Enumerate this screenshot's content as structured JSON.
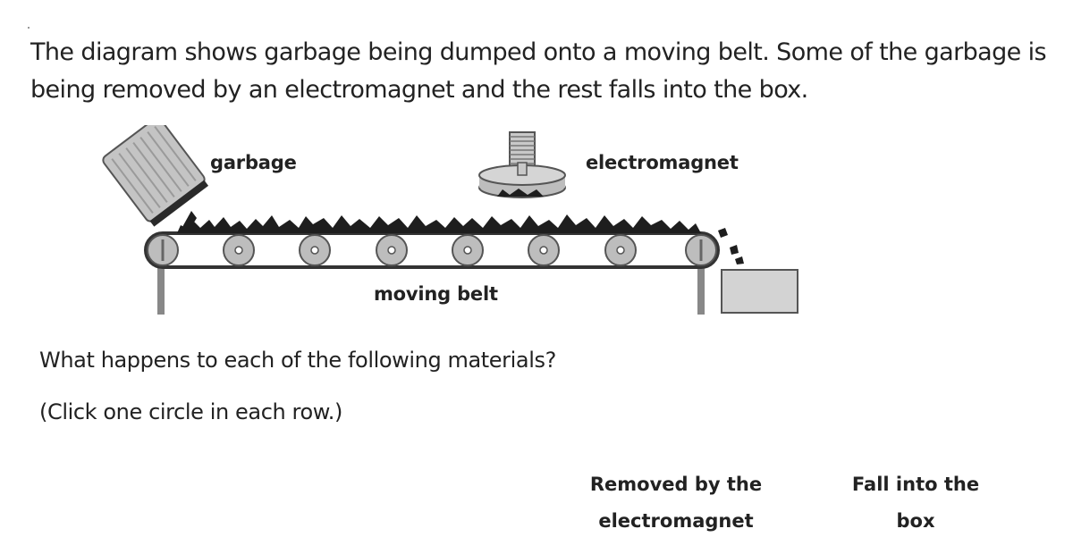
{
  "intro_text": "The diagram shows garbage being dumped onto a moving belt. Some of the garbage is being removed by an electromagnet and the rest falls into the box.",
  "diagram": {
    "garbage_label": "garbage",
    "electromagnet_label": "electromagnet",
    "belt_label": "moving belt"
  },
  "question": "What happens to each of the following materials?",
  "instruction": "(Click one circle in each row.)",
  "columns": {
    "col1": "Removed by the electromagnet",
    "col2": "Fall into the box"
  },
  "colors": {
    "text": "#222222",
    "metal": "#b0b0b0",
    "box": "#d3d3d3"
  }
}
